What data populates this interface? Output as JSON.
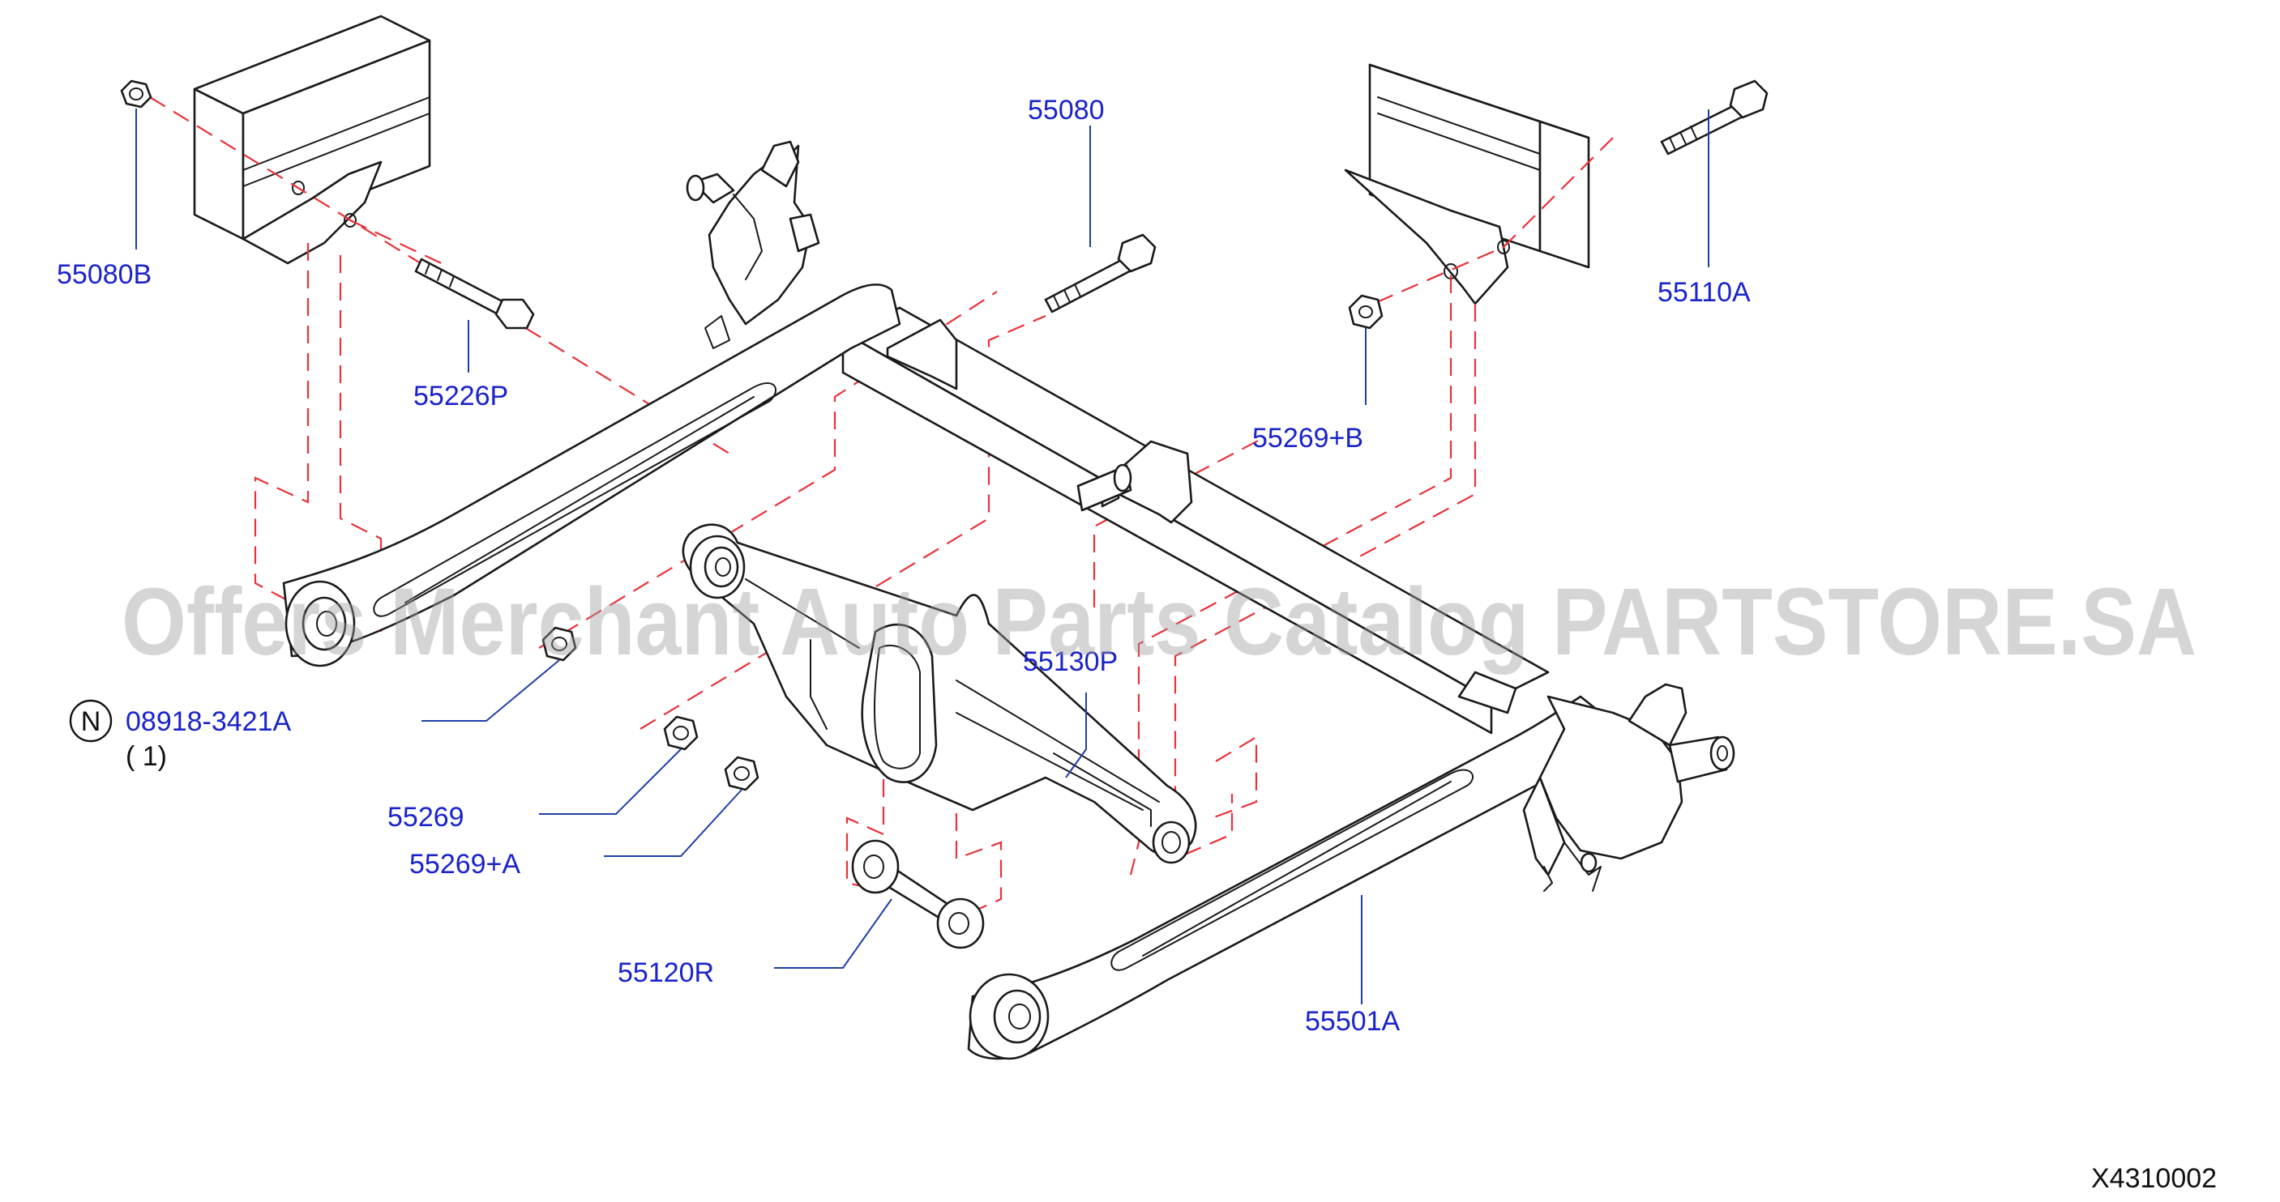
{
  "diagram": {
    "watermark": "Offers Merchant Auto Parts Catalog PARTSTORE.SA",
    "figure_code": "X4310002",
    "note_symbol": "N",
    "part_labels": {
      "p55080B": "55080B",
      "p55226P": "55226P",
      "p55080": "55080",
      "p55110A": "55110A",
      "p55269B": "55269+B",
      "p08918": "08918-3421A",
      "p08918_qty": "( 1)",
      "p55130P": "55130P",
      "p55269": "55269",
      "p55269A": "55269+A",
      "p55120R": "55120R",
      "p55501A": "55501A"
    }
  }
}
